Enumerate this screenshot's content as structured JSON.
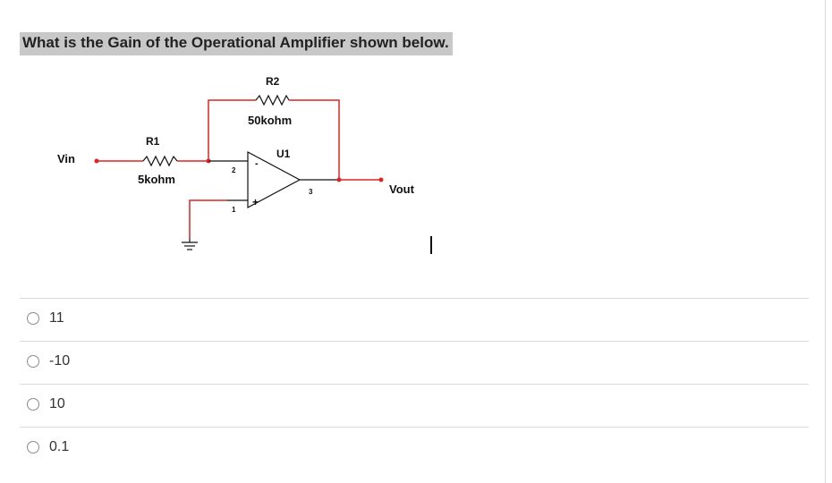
{
  "question": {
    "text": "What is the Gain of the Operational Amplifier shown below."
  },
  "circuit": {
    "r2_label": "R2",
    "r2_value": "50kohm",
    "r1_label": "R1",
    "r1_value": "5kohm",
    "u1_label": "U1",
    "vin_label": "Vin",
    "vout_label": "Vout",
    "pin_inverting": "2",
    "pin_noninverting": "1",
    "pin_output": "3",
    "minus_sign": "-",
    "plus_sign": "+",
    "wire_color": "#e02424",
    "node_color": "#e02424"
  },
  "options": [
    {
      "label": "11"
    },
    {
      "label": "-10"
    },
    {
      "label": "10"
    },
    {
      "label": "0.1"
    }
  ]
}
